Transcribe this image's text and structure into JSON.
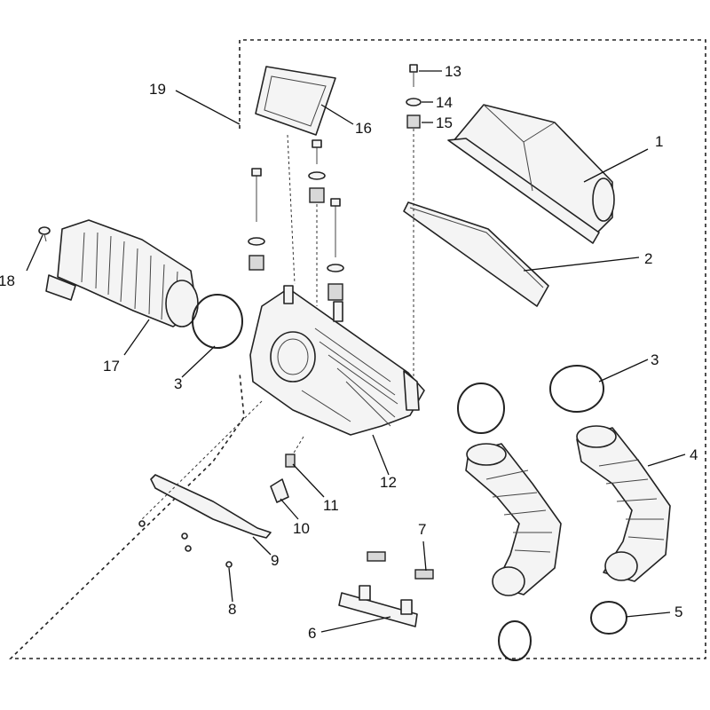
{
  "callouts": [
    {
      "id": "c1",
      "label": "1"
    },
    {
      "id": "c2",
      "label": "2"
    },
    {
      "id": "c3a",
      "label": "3"
    },
    {
      "id": "c3b",
      "label": "3"
    },
    {
      "id": "c4",
      "label": "4"
    },
    {
      "id": "c5",
      "label": "5"
    },
    {
      "id": "c6",
      "label": "6"
    },
    {
      "id": "c7",
      "label": "7"
    },
    {
      "id": "c8",
      "label": "8"
    },
    {
      "id": "c9",
      "label": "9"
    },
    {
      "id": "c10",
      "label": "10"
    },
    {
      "id": "c11",
      "label": "11"
    },
    {
      "id": "c12",
      "label": "12"
    },
    {
      "id": "c13",
      "label": "13"
    },
    {
      "id": "c14",
      "label": "14"
    },
    {
      "id": "c15",
      "label": "15"
    },
    {
      "id": "c16",
      "label": "16"
    },
    {
      "id": "c17",
      "label": "17"
    },
    {
      "id": "c18",
      "label": "18"
    },
    {
      "id": "c19",
      "label": "19"
    }
  ]
}
